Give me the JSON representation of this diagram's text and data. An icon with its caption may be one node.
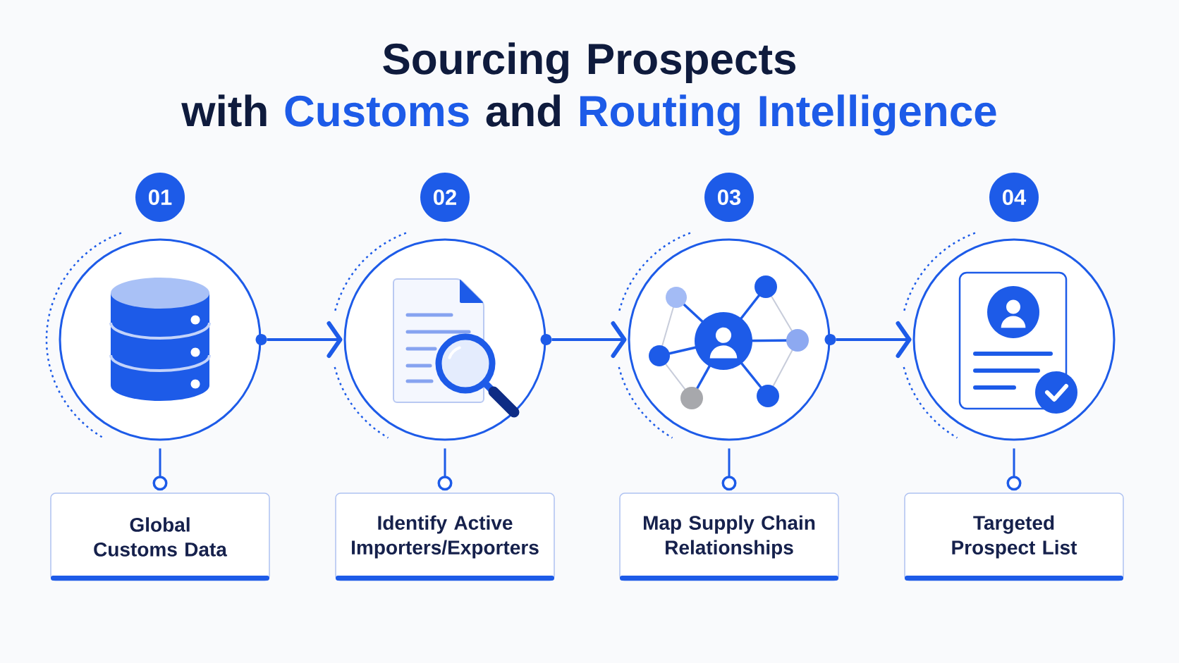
{
  "diagram": {
    "title": "Sourcing Prospects with **Customs** and **Routing Intelligence**",
    "nodes": [
      {
        "text": [
          "01"
        ]
      },
      {
        "text": [],
        "shape": "circle"
      },
      {
        "text": [
          "Global Customs Data"
        ]
      },
      {
        "text": [
          "02"
        ]
      },
      {
        "text": [],
        "shape": "circle"
      },
      {
        "text": [
          "Identify Active Importers/Exporters"
        ]
      },
      {
        "text": [
          "03"
        ]
      },
      {
        "text": [],
        "shape": "circle"
      },
      {
        "text": [
          "Map Supply Chain Relationships"
        ]
      },
      {
        "text": [
          "04"
        ]
      },
      {
        "text": [],
        "shape": "circle"
      },
      {
        "text": [
          "Targeted Prospect List"
        ]
      }
    ],
    "edges": [
      {
        "from": 1,
        "to": 2,
        "arrow": "other"
      },
      {
        "from": 1,
        "to": 4,
        "arrow": "to"
      },
      {
        "from": 4,
        "to": 5,
        "arrow": "other"
      },
      {
        "from": 4,
        "to": 7,
        "arrow": "to"
      },
      {
        "from": 7,
        "to": 8,
        "arrow": "other"
      },
      {
        "from": 7,
        "to": 10,
        "arrow": "to"
      },
      {
        "from": 10,
        "to": 11,
        "arrow": "other"
      }
    ]
  }
}
